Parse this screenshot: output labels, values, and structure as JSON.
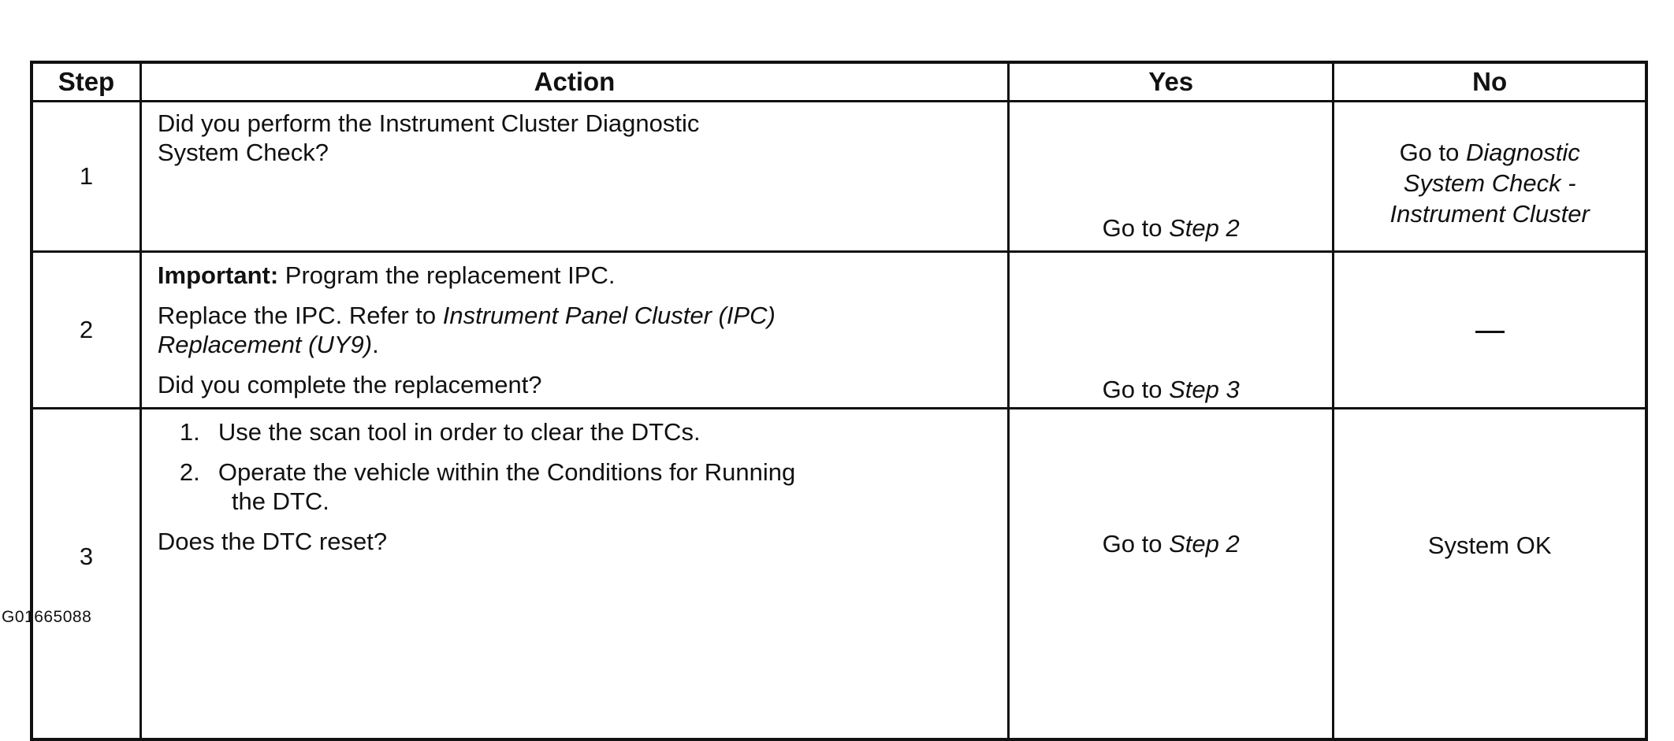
{
  "table": {
    "headers": {
      "step": "Step",
      "action": "Action",
      "yes": "Yes",
      "no": "No"
    },
    "rows": [
      {
        "step": "1",
        "action": {
          "line1": "Did you perform the Instrument Cluster Diagnostic",
          "line2": "System Check?"
        },
        "yes": {
          "prefix": "Go to ",
          "link": "Step 2"
        },
        "no": {
          "prefix": "Go to ",
          "link_line1": "Diagnostic",
          "link_line2": "System Check -",
          "link_line3": "Instrument Cluster"
        }
      },
      {
        "step": "2",
        "action": {
          "important_label": "Important:",
          "important_text": " Program the replacement IPC.",
          "replace_text": "Replace the IPC. Refer to ",
          "ref_line1": "Instrument Panel Cluster (IPC)",
          "ref_line2": "Replacement (UY9)",
          "ref_end": ".",
          "question": "Did you complete the replacement?"
        },
        "yes": {
          "prefix": "Go to ",
          "link": "Step 3"
        },
        "no": {
          "dash": "—"
        }
      },
      {
        "step": "3",
        "action": {
          "items": [
            {
              "num": "1.",
              "line1": "Use the scan tool in order to clear the DTCs."
            },
            {
              "num": "2.",
              "line1": "Operate the vehicle within the Conditions for Running",
              "line2": "the DTC."
            }
          ],
          "question": "Does the DTC reset?"
        },
        "yes": {
          "prefix": "Go to ",
          "link": "Step 2"
        },
        "no": {
          "text": "System OK"
        }
      }
    ]
  },
  "figure_id": "G01665088"
}
